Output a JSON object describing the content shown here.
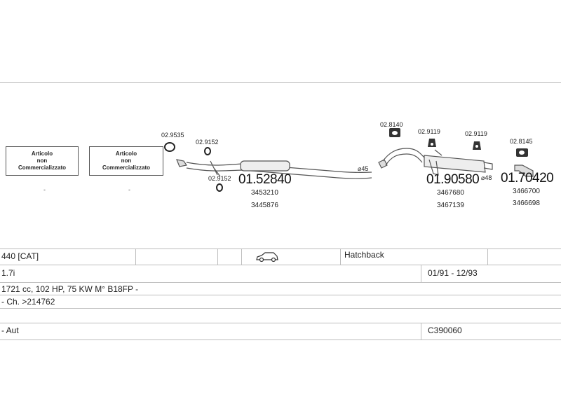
{
  "diagram": {
    "unavailable_boxes": [
      {
        "text": "Articolo\nnon\nCommercializzato"
      },
      {
        "text": "Articolo\nnon\nCommercializzato"
      }
    ],
    "parts": {
      "clamp_1": "02.9535",
      "gasket_1": "02.9152",
      "gasket_2": "02.9152",
      "front_pipe": "01.52840",
      "front_pipe_oe_1": "3453210",
      "front_pipe_oe_2": "3445876",
      "diameter_1": "⌀45",
      "mount_1": "02.8140",
      "mount_2": "02.9119",
      "mount_3": "02.9119",
      "rear_silencer": "01.90580",
      "rear_oe_1": "3467680",
      "rear_oe_2": "3467139",
      "diameter_2": "⌀48",
      "mount_4": "02.8145",
      "tail_pipe": "01.70420",
      "tail_oe_1": "3466700",
      "tail_oe_2": "3466698"
    }
  },
  "vehicle_table": {
    "row1": {
      "model": "440  [CAT]",
      "body": "Hatchback"
    },
    "row2": {
      "engine": "1.7i",
      "years": "01/91 - 12/93"
    },
    "row3": {
      "spec": "1721 cc, 102 HP, 75 KW M° B18FP -"
    },
    "row4": {
      "chassis": "- Ch. >214762"
    },
    "row6": {
      "gearbox": "- Aut",
      "code": "C390060"
    }
  },
  "colors": {
    "line": "#bdbdbd",
    "text": "#222222"
  }
}
